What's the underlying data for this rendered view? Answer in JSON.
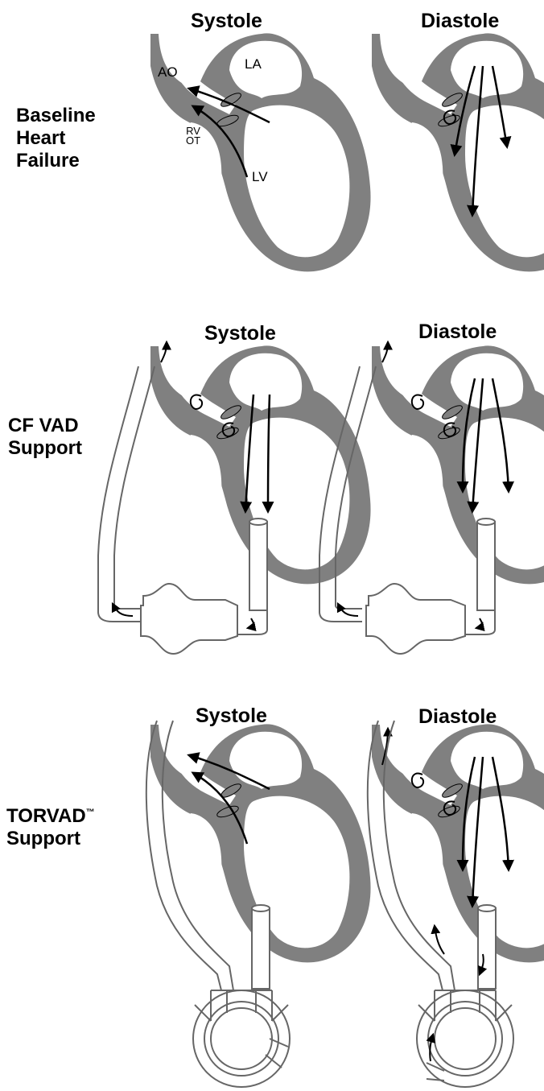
{
  "rows": [
    {
      "label_lines": [
        "Baseline",
        "Heart",
        "Failure"
      ],
      "left_phase": "Systole",
      "right_phase": "Diastole"
    },
    {
      "label_lines": [
        "CF VAD",
        "Support"
      ],
      "left_phase": "Systole",
      "right_phase": "Diastole"
    },
    {
      "label_lines": [
        "TORVAD",
        "Support"
      ],
      "label_mark": "™",
      "left_phase": "Systole",
      "right_phase": "Diastole"
    }
  ],
  "anatomy_labels": {
    "ao": "AO",
    "la": "LA",
    "rvot_line1": "RV",
    "rvot_line2": "OT",
    "lv": "LV"
  },
  "colors": {
    "wall": "#808080",
    "cavity": "#ffffff",
    "line": "#000000"
  }
}
